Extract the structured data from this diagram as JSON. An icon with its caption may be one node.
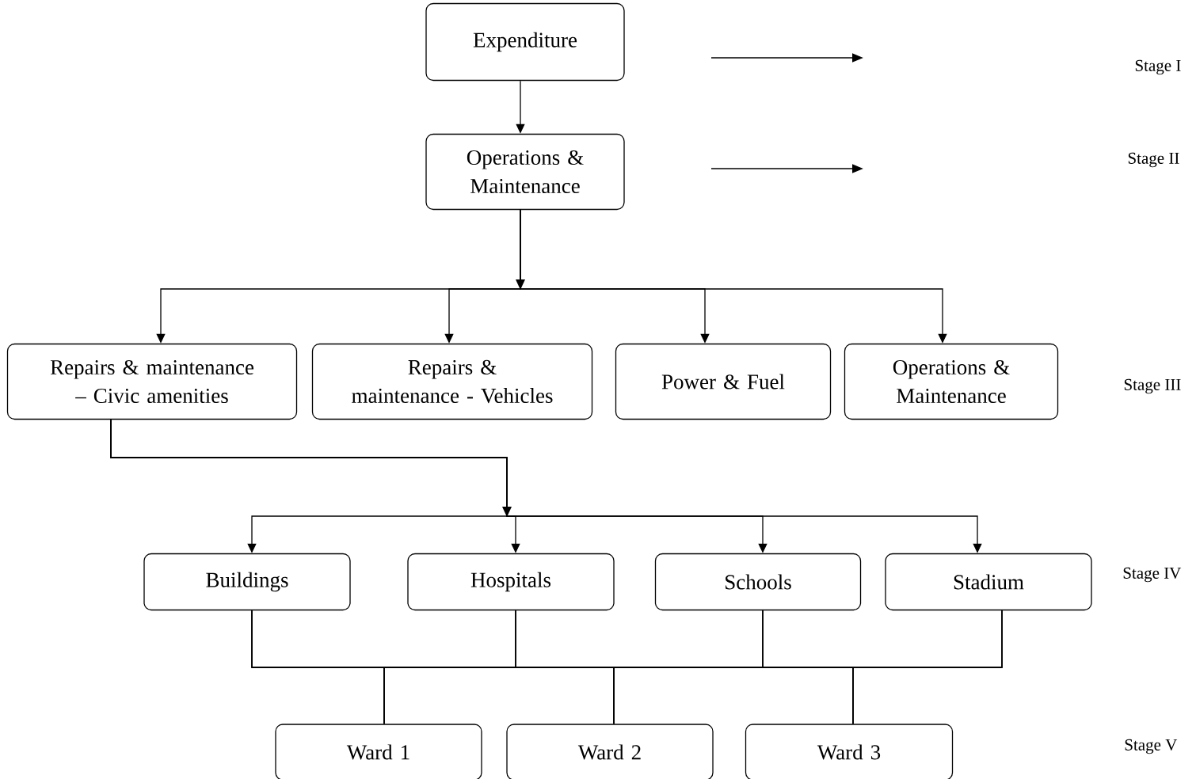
{
  "diagram": {
    "nodes": [
      {
        "text": [
          "Expenditure"
        ]
      },
      {
        "text": [
          "Operations & Maintenance"
        ]
      },
      {
        "text": [
          "Repairs & maintenance – Civic amenities"
        ]
      },
      {
        "text": [
          "Repairs & maintenance - Vehicles"
        ]
      },
      {
        "text": [
          "Power & Fuel"
        ]
      },
      {
        "text": [
          "Operations & Maintenance"
        ]
      },
      {
        "text": [
          "Buildings"
        ]
      },
      {
        "text": [
          "Hospitals"
        ]
      },
      {
        "text": [
          "Schools"
        ]
      },
      {
        "text": [
          "Stadium"
        ]
      },
      {
        "text": [
          "Ward 1"
        ]
      },
      {
        "text": [
          "Ward 2"
        ]
      },
      {
        "text": [
          "Ward 3"
        ]
      }
    ],
    "edges": [
      {
        "from": 0,
        "to": 1,
        "arrow": "to"
      },
      {
        "from": 1,
        "to": 2,
        "arrow": "to"
      },
      {
        "from": 1,
        "to": 3,
        "arrow": "to"
      },
      {
        "from": 1,
        "to": 4,
        "arrow": "to"
      },
      {
        "from": 1,
        "to": 5,
        "arrow": "to"
      },
      {
        "from": 2,
        "to": 6,
        "arrow": "to"
      },
      {
        "from": 2,
        "to": 7,
        "arrow": "to"
      },
      {
        "from": 2,
        "to": 8,
        "arrow": "to"
      },
      {
        "from": 2,
        "to": 9,
        "arrow": "to"
      },
      {
        "from": 6,
        "to": 10,
        "arrow": "none"
      },
      {
        "from": 6,
        "to": 11,
        "arrow": "none"
      },
      {
        "from": 6,
        "to": 12,
        "arrow": "none"
      },
      {
        "from": 7,
        "to": 10,
        "arrow": "none"
      },
      {
        "from": 7,
        "to": 11,
        "arrow": "none"
      },
      {
        "from": 7,
        "to": 12,
        "arrow": "none"
      },
      {
        "from": 8,
        "to": 10,
        "arrow": "none"
      },
      {
        "from": 8,
        "to": 11,
        "arrow": "none"
      },
      {
        "from": 8,
        "to": 12,
        "arrow": "none"
      },
      {
        "from": 9,
        "to": 10,
        "arrow": "none"
      },
      {
        "from": 9,
        "to": 11,
        "arrow": "none"
      },
      {
        "from": 9,
        "to": 12,
        "arrow": "none"
      }
    ],
    "labels": [
      "Stage I",
      "Stage II",
      "Stage III",
      "Stage IV",
      "Stage V"
    ]
  }
}
